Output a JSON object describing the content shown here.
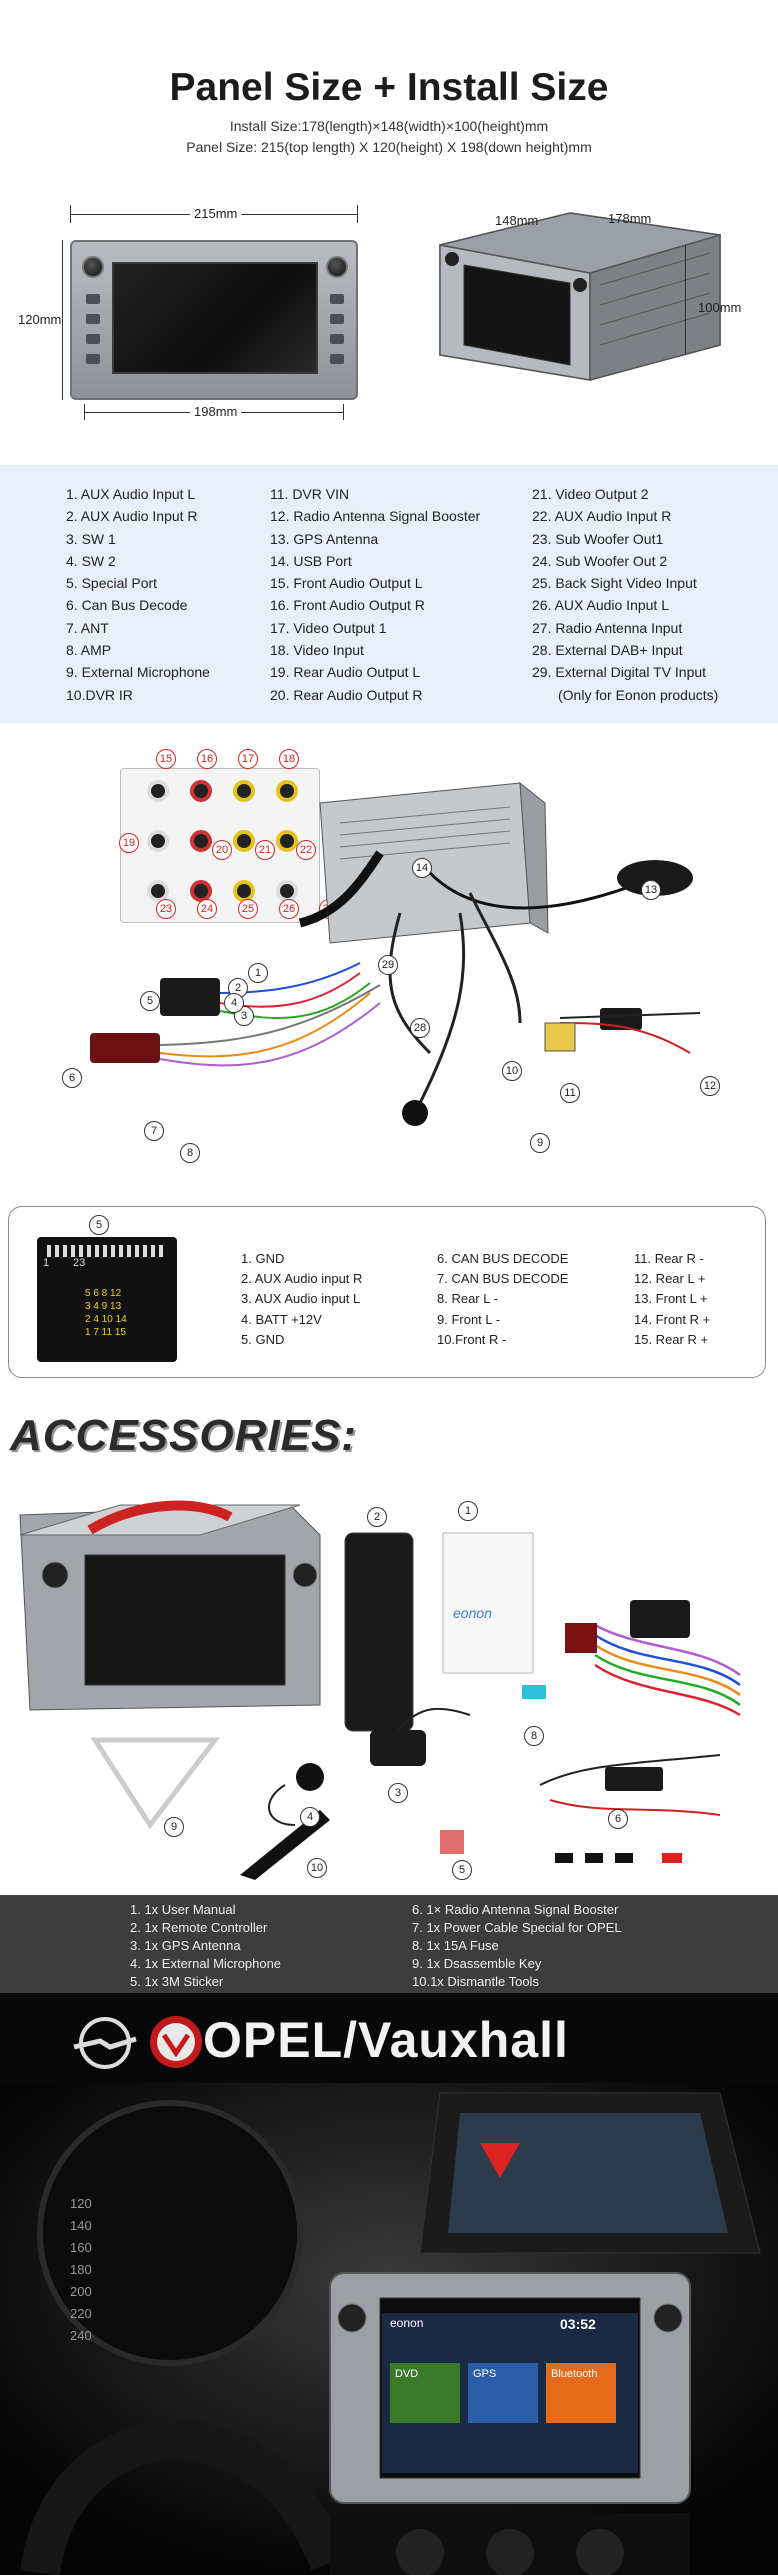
{
  "panel": {
    "title": "Panel Size + Install Size",
    "install_size": "Install Size:178(length)×148(width)×100(height)mm",
    "panel_size": "Panel Size: 215(top length) X 120(height) X 198(down height)mm",
    "dims": {
      "front_top": "215mm",
      "front_left": "120mm",
      "front_bottom": "198mm",
      "side_148": "148mm",
      "side_178": "178mm",
      "side_100": "100mm"
    }
  },
  "pins": {
    "col1": [
      "1. AUX Audio Input L",
      "2. AUX Audio Input R",
      "3. SW 1",
      "4. SW 2",
      "5. Special Port",
      "6. Can Bus Decode",
      "7. ANT",
      "8.  AMP",
      "9. External Microphone",
      "10.DVR  IR"
    ],
    "col2": [
      "11. DVR VIN",
      "12. Radio Antenna Signal Booster",
      "13. GPS Antenna",
      "14. USB Port",
      "15. Front Audio Output L",
      "16. Front Audio Output R",
      "17. Video Output 1",
      "18. Video Input",
      "19. Rear Audio Output L",
      "20. Rear Audio Output R"
    ],
    "col3": [
      "21. Video Output 2",
      "22. AUX Audio Input R",
      "23. Sub Woofer Out1",
      "24. Sub Woofer Out 2",
      "25. Back Sight Video Input",
      "26. AUX Audio Input L",
      "27. Radio Antenna Input",
      "28. External DAB+ Input",
      "29. External Digital TV Input",
      "(Only for Eonon products)"
    ]
  },
  "wiring": {
    "callouts": [
      "15",
      "16",
      "17",
      "18",
      "19",
      "20",
      "21",
      "22",
      "23",
      "24",
      "25",
      "26",
      "27",
      "14",
      "13",
      "1",
      "2",
      "3",
      "4",
      "5",
      "6",
      "7",
      "8",
      "9",
      "10",
      "11",
      "12",
      "28",
      "29"
    ]
  },
  "connector": {
    "label": "5",
    "pin_top_left": "1",
    "pin_top_right": "23",
    "grid": [
      "5 6 8 12",
      "3 4 9 13",
      "2 4 10 14",
      "1 7 11 15"
    ],
    "col1": [
      "1. GND",
      "2. AUX Audio input R",
      "3. AUX Audio input L",
      "4. BATT +12V",
      "5. GND"
    ],
    "col2": [
      "6. CAN BUS DECODE",
      "7. CAN BUS DECODE",
      "8. Rear L -",
      "9. Front L -",
      "10.Front R -"
    ],
    "col3": [
      "11. Rear R -",
      "12. Rear L +",
      "13. Front L +",
      "14. Front R +",
      "15. Rear R +"
    ]
  },
  "accessories": {
    "title": "ACCESSORIES:",
    "callouts": [
      "2",
      "1",
      "8",
      "9",
      "4",
      "3",
      "5",
      "6",
      "10"
    ],
    "manual_brand": "eonon",
    "col1": [
      "1. 1x User Manual",
      "2. 1x Remote Controller",
      "3. 1x GPS Antenna",
      "4. 1x External Microphone",
      "5. 1x 3M Sticker"
    ],
    "col2": [
      "6. 1× Radio Antenna Signal Booster",
      "7. 1x Power Cable Special for OPEL",
      "8. 1x 15A Fuse",
      "9. 1x Dsassemble Key",
      "10.1x Dismantle Tools"
    ]
  },
  "brand": {
    "title": "OPEL/Vauxhall",
    "screen_brand": "eonon",
    "screen_time": "03:52",
    "screen_tiles": [
      "DVD",
      "GPS",
      "Bluetooth"
    ],
    "speedo_marks": [
      "120",
      "140",
      "160",
      "180",
      "200",
      "220",
      "240"
    ]
  }
}
